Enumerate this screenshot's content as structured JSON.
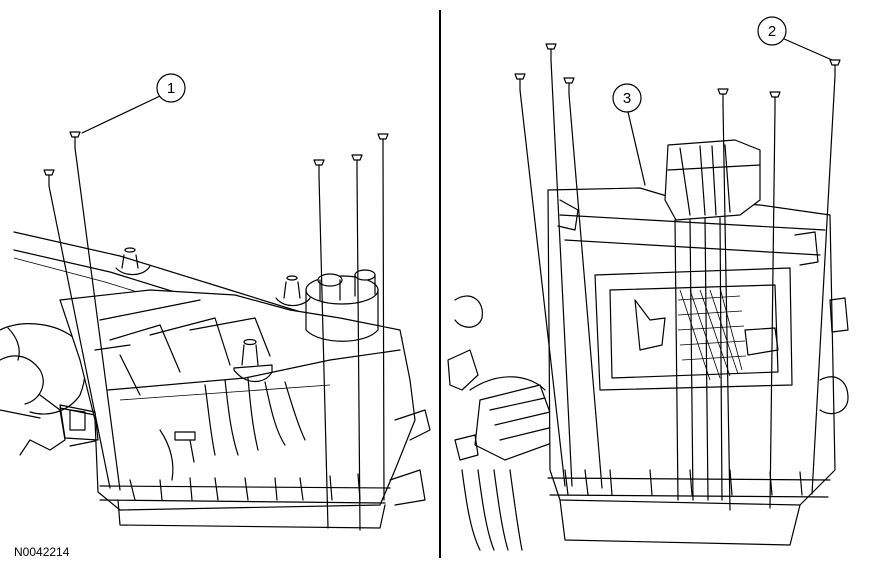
{
  "figure_code": "N0042214",
  "callouts": {
    "left": {
      "label": "1"
    },
    "right_bolt": {
      "label": "2"
    },
    "right_housing": {
      "label": "3"
    }
  }
}
